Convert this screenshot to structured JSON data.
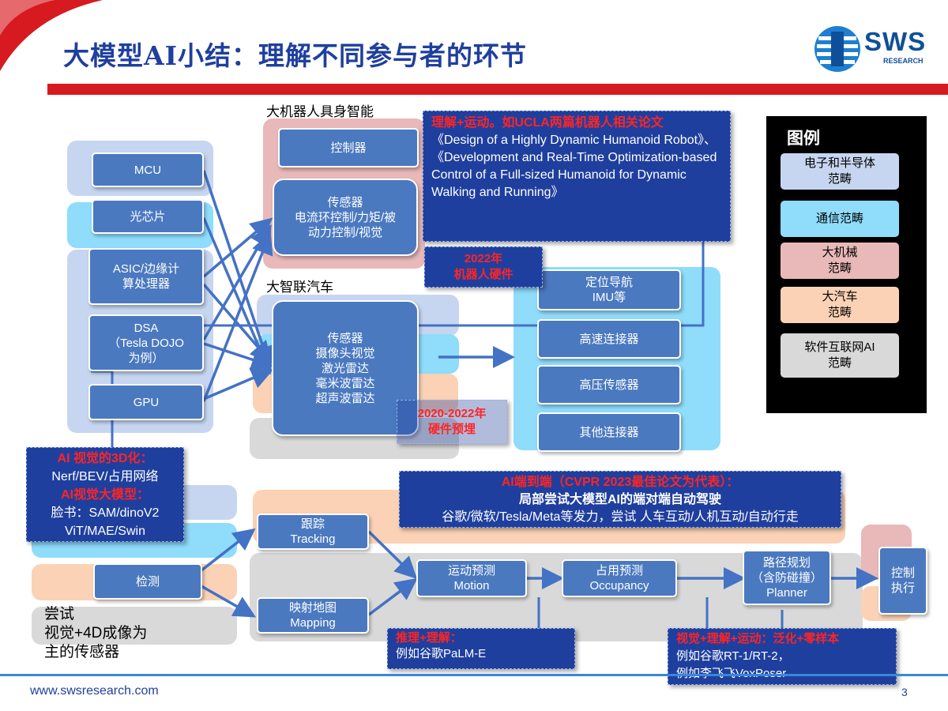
{
  "title": "大模型AI小结：理解不同参与者的环节",
  "logo": {
    "text": "SWS",
    "sub": "RESEARCH"
  },
  "sections": {
    "robot": "大机器人具身智能",
    "car": "大智联汽车"
  },
  "chips": {
    "mcu": "MCU",
    "optical": "光芯片",
    "asic": "ASIC/边缘计\n算处理器",
    "dsa": "DSA\n（Tesla DOJO\n为例）",
    "gpu": "GPU"
  },
  "robot_nodes": {
    "controller": "控制器",
    "sensor": "传感器\n电流环控制/力矩/被\n动力控制/视觉"
  },
  "car_nodes": {
    "sensor": "传感器\n摄像头视觉\n激光雷达\n毫米波雷达\n超声波雷达"
  },
  "connectors": {
    "nav": "定位导航\nIMU等",
    "highspeed": "高速连接器",
    "hv": "高压传感器",
    "other": "其他连接器"
  },
  "pipeline": {
    "detect": "检测",
    "tracking": "跟踪\nTracking",
    "mapping": "映射地图\nMapping",
    "motion": "运动预测\nMotion",
    "occupancy": "占用预测\nOccupancy",
    "planner": "路径规划\n（含防碰撞）\nPlanner",
    "control": "控制\n执行"
  },
  "callouts": {
    "robot_paper": {
      "head": "理解+运动。如UCLA两篇机器人相关论文",
      "body": "《Design of a Highly Dynamic Humanoid Robot》、《Development and Real-Time Optimization-based Control of a Full-sized Humanoid for Dynamic Walking and Running》"
    },
    "robot_hw": "2022年\n机器人硬件",
    "hw_pre": "2020-2022年\n硬件预埋",
    "ai3d": {
      "head1": "AI 视觉的3D化：",
      "line1": "Nerf/BEV/占用网络",
      "head2": "AI视觉大模型：",
      "line2": "脸书：SAM/dinoV2",
      "line3": "ViT/MAE/Swin"
    },
    "e2e": {
      "head": "AI端到端（CVPR 2023最佳论文为代表）：",
      "line1": "局部尝试大模型AI的端对端自动驾驶",
      "line2": "谷歌/微软/Tesla/Meta等发力，尝试 人车互动/人机互动/自动行走"
    },
    "reason": {
      "head": "推理+理解：",
      "body": "例如谷歌PaLM-E"
    },
    "vision": {
      "head": "视觉+理解+运动：泛化+零样本",
      "line1": "例如谷歌RT-1/RT-2，",
      "line2": "例如李飞飞VoxPoser"
    }
  },
  "attempt": "尝试\n视觉+4D成像为\n主的传感器",
  "legend": {
    "title": "图例",
    "items": [
      {
        "label": "电子和半导体\n范畴",
        "color": "#c7d6f0"
      },
      {
        "label": "通信范畴",
        "color": "#8fdcfb"
      },
      {
        "label": "大机械\n范畴",
        "color": "#e9b8b8"
      },
      {
        "label": "大汽车\n范畴",
        "color": "#fbd2b5"
      },
      {
        "label": "软件互联网AI\n范畴",
        "color": "#d9d9d9"
      }
    ]
  },
  "footer": {
    "url": "www.swsresearch.com",
    "page": "3"
  }
}
